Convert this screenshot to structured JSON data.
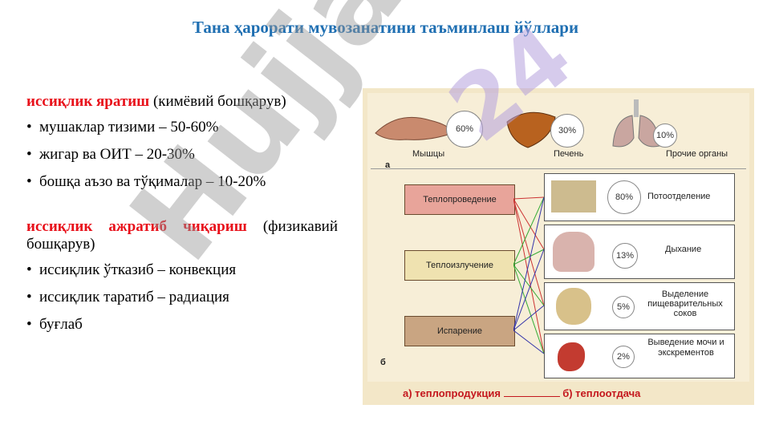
{
  "title": "Тана ҳарорати мувозанатини таъминлаш йўллари",
  "section1": {
    "heading_red": "иссиқлик яратиш",
    "heading_rest": " (кимёвий бошқарув)",
    "items": [
      "мушаклар тизими – 50-60%",
      "жигар ва ОИТ – 20-30%",
      "бошқа аъзо ва тўқималар – 10-20%"
    ]
  },
  "section2": {
    "heading_red": "иссиқлик ажратиб чиқариш",
    "heading_rest": " (физикавий бошқарув)",
    "items": [
      "иссиқлик ўтказиб – конвекция",
      "иссиқлик таратиб – радиация",
      "буғлаб"
    ]
  },
  "figure": {
    "top": [
      {
        "label": "Мышцы",
        "pct": "60%"
      },
      {
        "label": "Печень",
        "pct": "30%"
      },
      {
        "label": "Прочие органы",
        "pct": "10%"
      }
    ],
    "letter_a": "а",
    "letter_b": "б",
    "left_boxes": [
      "Теплопроведение",
      "Теплоизлучение",
      "Испарение"
    ],
    "right_boxes": [
      {
        "label": "Потоотделение",
        "pct": "80%"
      },
      {
        "label": "Дыхание",
        "pct": "13%"
      },
      {
        "label": "Выделение пищеварительных соков",
        "pct": "5%"
      },
      {
        "label": "Выведение мочи и экскрементов",
        "pct": "2%"
      }
    ],
    "caption_a": "а) теплопродукция",
    "caption_b": "б) теплоотдача"
  },
  "watermark": "Hujjat",
  "watermark2": "24"
}
